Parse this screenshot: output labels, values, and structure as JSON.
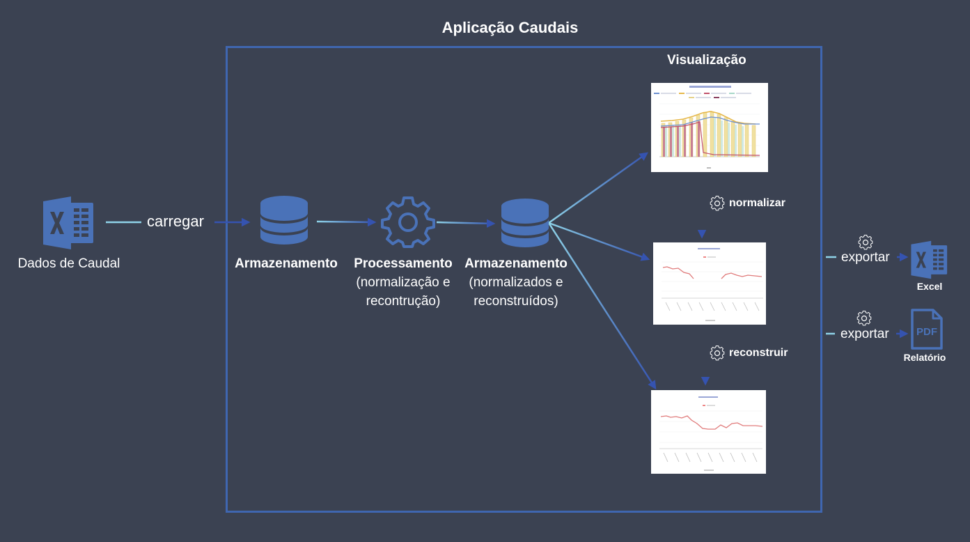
{
  "diagram": {
    "title": "Aplicação Caudais",
    "visualization_title": "Visualização",
    "source": {
      "label": "Dados de Caudal",
      "icon": "excel-icon"
    },
    "load_edge_label": "carregar",
    "storage_raw": {
      "label": "Armazenamento",
      "icon": "database-icon"
    },
    "processing": {
      "label": "Processamento",
      "detail_line1": "(normalização e",
      "detail_line2": "recontrução)",
      "icon": "gear-icon"
    },
    "storage_processed": {
      "label": "Armazenamento",
      "detail_line1": "(normalizados e",
      "detail_line2": "reconstruídos)",
      "icon": "database-icon"
    },
    "normalize_label": "normalizar",
    "reconstruct_label": "reconstruir",
    "exports": [
      {
        "label": "exportar",
        "target": "Excel",
        "icon": "excel-icon"
      },
      {
        "label": "exportar",
        "target": "Relatório",
        "icon": "pdf-icon"
      }
    ],
    "pdf_icon_text": "PDF",
    "colors": {
      "background": "#3b4252",
      "accent_blue": "#4a72b8",
      "border_blue": "#3f66b0",
      "light_cyan": "#8fd3e8",
      "arrow_blue": "#3553b0"
    }
  }
}
